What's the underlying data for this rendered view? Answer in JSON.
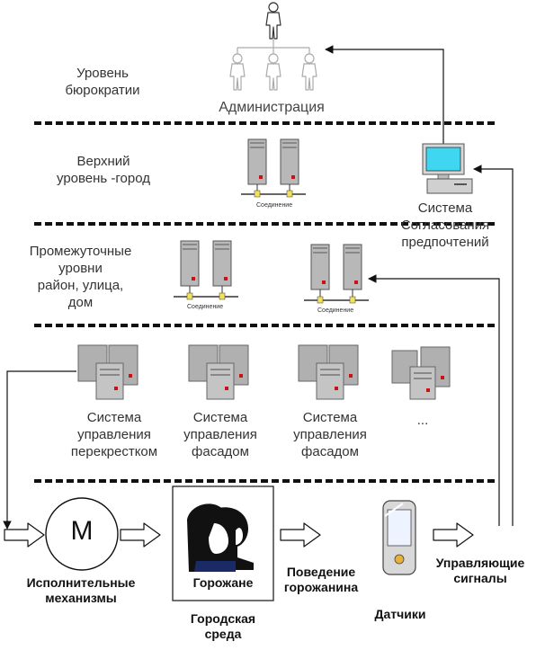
{
  "levels": {
    "bureaucracy": "Уровень\nбюрократии",
    "administration": "Администрация",
    "top": "Верхний\nуровень -город",
    "intermediate": "Промежуточные\nуровни\nрайон, улица,\nдом"
  },
  "preference_system": "Система\nСогласования\nпредпочтений",
  "server_caption": "Соединение",
  "control_systems": [
    "Система\nуправления\nперекрестком",
    "Система\nуправления\nфасадом",
    "Система\nуправления\nфасадом"
  ],
  "ellipsis": "...",
  "motor_letter": "М",
  "bottom": {
    "actuators": "Исполнительные\nмеханизмы",
    "citizens": "Горожане",
    "environment": "Городская\nсреда",
    "behavior": "Поведение\nгорожанина",
    "sensors": "Датчики",
    "signals": "Управляющие\nсигналы"
  },
  "colors": {
    "line": "#111111",
    "server_body": "#b8b8b8",
    "server_red": "#cc1111",
    "monitor_screen": "#3fd6f2",
    "hair": "#111111",
    "face": "#ffffff"
  },
  "icons": [
    "person-icon",
    "server-icon",
    "computer-icon",
    "motor-icon",
    "pda-icon",
    "hollow-arrow-icon"
  ]
}
